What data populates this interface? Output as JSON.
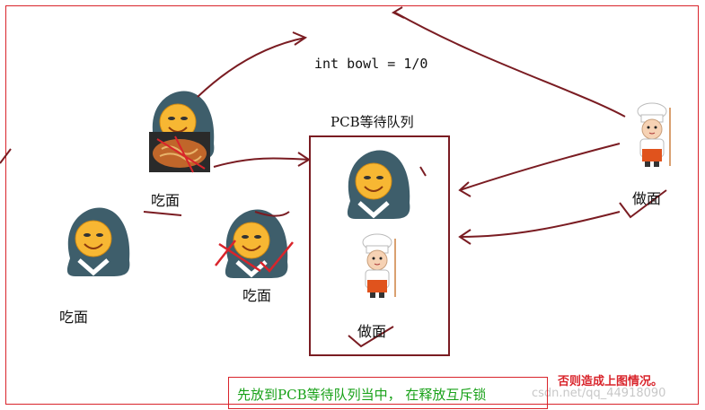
{
  "code_line": "int bowl = 1/0",
  "queue": {
    "title": "PCB等待队列",
    "consumer_label": "",
    "producer_label": "做面"
  },
  "labels": {
    "eater_top": "吃面",
    "eater_left": "吃面",
    "eater_crossed": "吃面",
    "chef_right": "做面"
  },
  "note": "先放到PCB等待队列当中，  在释放互斥锁",
  "warning": "否则造成上图情况。",
  "watermark": "csdn.net/qq_44918090",
  "colors": {
    "frame": "#d9242b",
    "queue_border": "#7a1c22",
    "arrow": "#7a1c22",
    "note_text": "#18a118"
  }
}
